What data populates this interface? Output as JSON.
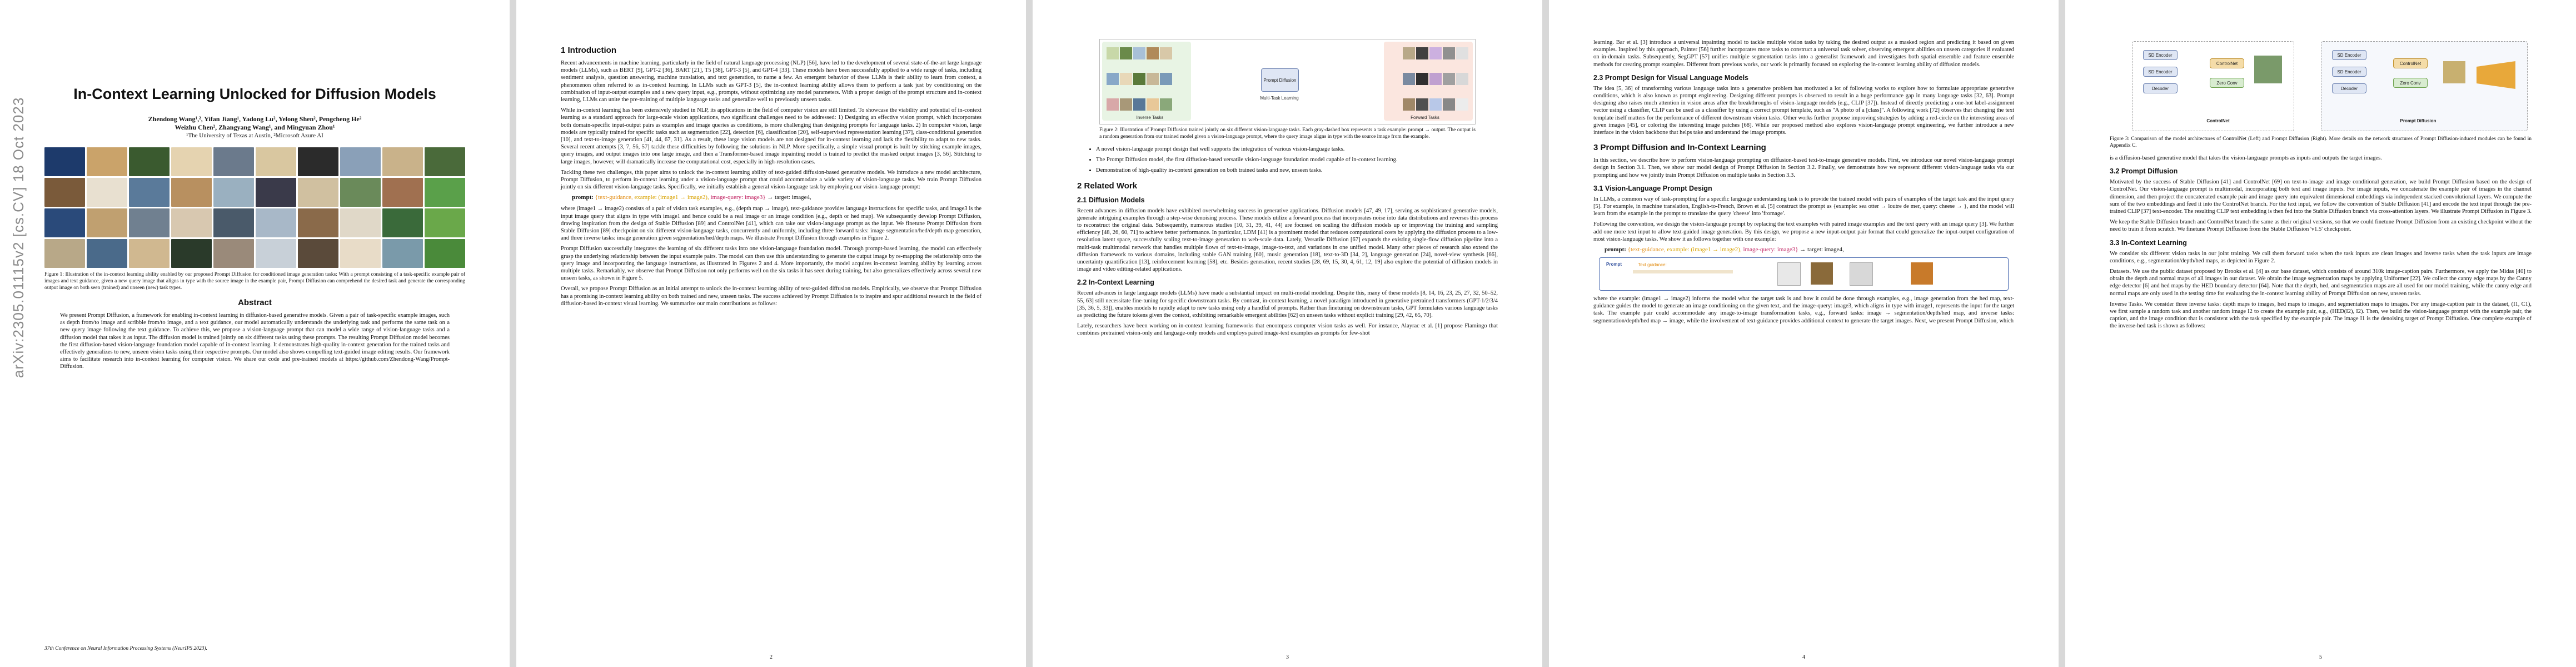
{
  "arxiv_stamp": "arXiv:2305.01115v2  [cs.CV]  18 Oct 2023",
  "page1": {
    "title": "In-Context Learning Unlocked for Diffusion Models",
    "authors_line1": "Zhendong Wang¹,², Yifan Jiang¹, Yadong Lu², Yelong Shen², Pengcheng He²",
    "authors_line2": "Weizhu Chen², Zhangyang Wang¹, and Mingyuan Zhou¹",
    "affiliations": "¹The University of Texas at Austin, ²Microsoft Azure AI",
    "figure_caption": "Figure 1: Illustration of the in-context learning ability enabled by our proposed Prompt Diffusion for conditioned image generation tasks: With a prompt consisting of a task-specific example pair of images and text guidance, given a new query image that aligns in type with the source image in the example pair, Prompt Diffusion can comprehend the desired task and generate the corresponding output image on both seen (trained) and unseen (new) task types.",
    "abstract_heading": "Abstract",
    "abstract": "We present Prompt Diffusion, a framework for enabling in-context learning in diffusion-based generative models. Given a pair of task-specific example images, such as depth from/to image and scribble from/to image, and a text guidance, our model automatically understands the underlying task and performs the same task on a new query image following the text guidance. To achieve this, we propose a vision-language prompt that can model a wide range of vision-language tasks and a diffusion model that takes it as input. The diffusion model is trained jointly on six different tasks using these prompts. The resulting Prompt Diffusion model becomes the first diffusion-based vision-language foundation model capable of in-context learning. It demonstrates high-quality in-context generation for the trained tasks and effectively generalizes to new, unseen vision tasks using their respective prompts. Our model also shows compelling text-guided image editing results. Our framework aims to facilitate research into in-context learning for computer vision. We share our code and pre-trained models at https://github.com/Zhendong-Wang/Prompt-Diffusion.",
    "footnote": "37th Conference on Neural Information Processing Systems (NeurIPS 2023).",
    "collage_colors": [
      "#1d3a6b",
      "#caa36a",
      "#3a5a2f",
      "#e5d3b0",
      "#6b7a8c",
      "#d9c7a0",
      "#2b2b2b",
      "#8aa0b8",
      "#c9b28a",
      "#4a6a3a",
      "#7a5a3a",
      "#e8e0d0",
      "#5a7a9a",
      "#b89060",
      "#9ab0c0",
      "#3a3a4a",
      "#d0c0a0",
      "#6a8a5a",
      "#a07050",
      "#5aa04a",
      "#2a4a7a",
      "#c0a070",
      "#708090",
      "#d8c8b0",
      "#4a5a6a",
      "#a8b8c8",
      "#8a6a4a",
      "#e0d8c8",
      "#3a6a3a",
      "#6aa84a",
      "#b8a888",
      "#4a6a8a",
      "#d0b890",
      "#2a3a2a",
      "#9a8a7a",
      "#c8d0d8",
      "#5a4a3a",
      "#e8dcc8",
      "#7a9aaa",
      "#4a8a3a"
    ],
    "pageno": ""
  },
  "page2": {
    "h_intro": "1   Introduction",
    "intro_p1": "Recent advancements in machine learning, particularly in the field of natural language processing (NLP) [56], have led to the development of several state-of-the-art large language models (LLMs), such as BERT [9], GPT-2 [36], BART [21], T5 [38], GPT-3 [5], and GPT-4 [33]. These models have been successfully applied to a wide range of tasks, including sentiment analysis, question answering, machine translation, and text generation, to name a few. An emergent behavior of these LLMs is their ability to learn from context, a phenomenon often referred to as in-context learning. In LLMs such as GPT-3 [5], the in-context learning ability allows them to perform a task just by conditioning on the combination of input-output examples and a new query input, e.g., prompts, without optimizing any model parameters. With a proper design of the prompt structure and in-context learning, LLMs can unite the pre-training of multiple language tasks and generalize well to previously unseen tasks.",
    "intro_p2": "While in-context learning has been extensively studied in NLP, its applications in the field of computer vision are still limited. To showcase the viability and potential of in-context learning as a standard approach for large-scale vision applications, two significant challenges need to be addressed: 1) Designing an effective vision prompt, which incorporates both domain-specific input-output pairs as examples and image queries as conditions, is more challenging than designing prompts for language tasks. 2) In computer vision, large models are typically trained for specific tasks such as segmentation [22], detection [6], classification [20], self-supervised representation learning [37], class-conditional generation [10], and text-to-image generation [41, 44, 67, 31]. As a result, these large vision models are not designed for in-context learning and lack the flexibility to adapt to new tasks. Several recent attempts [3, 7, 56, 57] tackle these difficulties by following the solutions in NLP. More specifically, a simple visual prompt is built by stitching example images, query images, and output images into one large image, and then a Transformer-based image inpainting model is trained to predict the masked output images [3, 56]. Stitching to large images, however, will dramatically increase the computational cost, especially in high-resolution cases.",
    "intro_p3": "Tackling these two challenges, this paper aims to unlock the in-context learning ability of text-guided diffusion-based generative models. We introduce a new model architecture, Prompt Diffusion, to perform in-context learning under a vision-language prompt that could accommodate a wide variety of vision-language tasks. We train Prompt Diffusion jointly on six different vision-language tasks. Specifically, we initially establish a general vision-language task by employing our vision-language prompt:",
    "prompt_label": "prompt:",
    "prompt_text_guidance": "{text-guidance,",
    "prompt_example": "example: (image1 → image2),",
    "prompt_query": "image-query: image3}",
    "prompt_arrow": "→ target: image4,",
    "intro_p4": "where (image1 → image2) consists of a pair of vision task examples, e.g., (depth map → image), text-guidance provides language instructions for specific tasks, and image3 is the input image query that aligns in type with image1 and hence could be a real image or an image condition (e.g., depth or hed map). We subsequently develop Prompt Diffusion, drawing inspiration from the design of Stable Diffusion [89] and ControlNet [41], which can take our vision-language prompt as the input. We finetune Prompt Diffusion from Stable Diffusion [89] checkpoint on six different vision-language tasks, concurrently and uniformly, including three forward tasks: image segmentation/hed/depth map generation, and three inverse tasks: image generation given segmentation/hed/depth maps. We illustrate Prompt Diffusion through examples in Figure 2.",
    "intro_p5": "Prompt Diffusion successfully integrates the learning of six different tasks into one vision-language foundation model. Through prompt-based learning, the model can effectively grasp the underlying relationship between the input example pairs. The model can then use this understanding to generate the output image by re-mapping the relationship onto the query image and incorporating the language instructions, as illustrated in Figures 2 and 4. More importantly, the model acquires in-context learning ability by learning across multiple tasks. Remarkably, we observe that Prompt Diffusion not only performs well on the six tasks it has seen during training, but also generalizes effectively across several new unseen tasks, as shown in Figure 5.",
    "intro_p6": "Overall, we propose Prompt Diffusion as an initial attempt to unlock the in-context learning ability of text-guided diffusion models. Empirically, we observe that Prompt Diffusion has a promising in-context learning ability on both trained and new, unseen tasks. The success achieved by Prompt Diffusion is to inspire and spur additional research in the field of diffusion-based in-context visual learning. We summarize our main contributions as follows:",
    "pageno": "2"
  },
  "page3": {
    "figure_caption": "Figure 2: Illustration of Prompt Diffusion trained jointly on six different vision-language tasks. Each gray-dashed box represents a task example: prompt → output. The output is a random generation from our trained model given a vision-language prompt, where the query image aligns in type with the source image from the example.",
    "fig_label_left": "Inverse Tasks",
    "fig_label_right": "Forward Tasks",
    "fig_center_box": "Prompt Diffusion",
    "fig_center_sub": "Multi-Task Learning",
    "bullet1": "A novel vision-language prompt design that well supports the integration of various vision-language tasks.",
    "bullet2": "The Prompt Diffusion model, the first diffusion-based versatile vision-language foundation model capable of in-context learning.",
    "bullet3": "Demonstration of high-quality in-context generation on both trained tasks and new, unseen tasks.",
    "h_related": "2   Related Work",
    "h_diffusion": "2.1   Diffusion Models",
    "diffusion_p": "Recent advances in diffusion models have exhibited overwhelming success in generative applications. Diffusion models [47, 49, 17], serving as sophisticated generative models, generate intriguing examples through a step-wise denoising process. These models utilize a forward process that incorporates noise into data distributions and reverses this process to reconstruct the original data. Subsequently, numerous studies [10, 31, 39, 41, 44] are focused on scaling the diffusion models up or improving the training and sampling efficiency [48, 26, 60, 71] to achieve better performance. In particular, LDM [41] is a prominent model that reduces computational costs by applying the diffusion process to a low-resolution latent space, successfully scaling text-to-image generation to web-scale data. Lately, Versatile Diffusion [67] expands the existing single-flow diffusion pipeline into a multi-task multimodal network that handles multiple flows of text-to-image, image-to-text, and variations in one unified model. Many other pieces of research also extend the diffusion framework to various domains, including stable GAN training [60], music generation [18], text-to-3D [34, 2], language generation [24], novel-view synthesis [66], uncertainty quantification [13], reinforcement learning [58], etc. Besides generation, recent studies [28, 69, 15, 30, 4, 61, 12, 19] also explore the potential of diffusion models in image and video editing-related applications.",
    "h_icl": "2.2   In-Context Learning",
    "icl_p": "Recent advances in large language models (LLMs) have made a substantial impact on multi-modal modeling. Despite this, many of these models [8, 14, 16, 23, 25, 27, 32, 50–52, 55, 63] still necessitate fine-tuning for specific downstream tasks. By contrast, in-context learning, a novel paradigm introduced in generative pretrained transformers (GPT-1/2/3/4 [35, 36, 5, 33]), enables models to rapidly adapt to new tasks using only a handful of prompts. Rather than finetuning on downstream tasks, GPT formulates various language tasks as predicting the future tokens given the context, exhibiting remarkable emergent abilities [62] on unseen tasks without explicit training [29, 42, 65, 70].",
    "icl_p2": "Lately, researchers have been working on in-context learning frameworks that encompass computer vision tasks as well. For instance, Alayrac et al. [1] propose Flamingo that combines pretrained vision-only and language-only models and employs paired image-text examples as prompts for few-shot",
    "pageno": "3"
  },
  "page4": {
    "p1": "learning. Bar et al. [3] introduce a universal inpainting model to tackle multiple vision tasks by taking the desired output as a masked region and predicting it based on given examples. Inspired by this approach, Painter [56] further incorporates more tasks to construct a universal task solver, observing emergent abilities on unseen categories if evaluated on in-domain tasks. Subsequently, SegGPT [57] unifies multiple segmentation tasks into a generalist framework and investigates both spatial ensemble and feature ensemble methods for creating prompt examples. Different from previous works, our work is primarily focused on exploring the in-context learning ability of diffusion models.",
    "h_prompt_design": "2.3   Prompt Design for Visual Language Models",
    "prompt_design_p": "The idea [5, 36] of transforming various language tasks into a generative problem has motivated a lot of following works to explore how to formulate appropriate generative conditions, which is also known as prompt engineering. Designing different prompts is observed to result in a huge performance gap in many language tasks [32, 63]. Prompt designing also raises much attention in vision areas after the breakthroughs of vision-language models (e.g., CLIP [37]). Instead of directly predicting a one-hot label-assignment vector using a classifier, CLIP can be used as a classifier by using a correct prompt template, such as \"A photo of a [class]\". A following work [72] observes that changing the text template itself matters for the performance of different downstream vision tasks. Other works further propose improving strategies by adding a red-circle on the interesting areas of given images [45], or coloring the interesting image patches [68]. While our proposed method also explores vision-language prompt engineering, we further introduce a new interface in the vision backbone that helps take and understand the image prompts.",
    "h_method": "3   Prompt Diffusion and In-Context Learning",
    "method_p": "In this section, we describe how to perform vision-language prompting on diffusion-based text-to-image generative models. First, we introduce our novel vision-language prompt design in Section 3.1. Then, we show our model design of Prompt Diffusion in Section 3.2. Finally, we demonstrate how we represent different vision-language tasks via our prompting and how we jointly train Prompt Diffusion on multiple tasks in Section 3.3.",
    "h_vl_prompt": "3.1   Vision-Language Prompt Design",
    "vl_prompt_p1": "In LLMs, a common way of task-prompting for a specific language understanding task is to provide the trained model with pairs of examples of the target task and the input query [5]. For example, in machine translation, English-to-French, Brown et al. [5] construct the prompt as {example: sea otter → loutre de mer, query: cheese → }, and the model will learn from the example in the prompt to translate the query 'cheese' into 'fromage'.",
    "vl_prompt_p2": "Following the convention, we design the vision-language prompt by replacing the text examples with paired image examples and the text query with an image query [3]. We further add one more text input to allow text-guided image generation. By this design, we propose a new input-output pair format that could generalize the input-output configuration of most vision-language tasks. We show it as follows together with one example:",
    "prompt_label": "prompt:",
    "prompt_text_guidance": "{text-guidance,",
    "prompt_example": "example: (image1 → image2),",
    "prompt_query": "image-query: image3}",
    "prompt_arrow": "→ target: image4,",
    "fig_prompt_label": "Prompt",
    "fig_text_guidance": "Text guidance:",
    "vl_prompt_p3": "where the example: (image1 → image2) informs the model what the target task is and how it could be done through examples, e.g., image generation from the hed map, text-guidance guides the model to generate an image conditioning on the given text, and the image-query: image3, which aligns in type with image1, represents the input for the target task. The example pair could accommodate any image-to-image transformation tasks, e.g., forward tasks: image → segmentation/depth/hed map, and inverse tasks: segmentation/depth/hed map → image, while the involvement of text-guidance provides additional context to generate the target images. Next, we present Prompt Diffusion, which",
    "pageno": "4"
  },
  "page5": {
    "fig_label_left": "ControlNet",
    "fig_label_right": "Prompt Diffusion",
    "fig_box_zero_conv": "Zero Conv",
    "fig_box_controlnet": "ControlNet",
    "fig_box_sd": "SD Encoder",
    "fig_box_decoder": "Decoder",
    "figure_caption": "Figure 3: Comparison of the model architectures of ControlNet (Left) and Prompt Diffusion (Right). More details on the network structures of Prompt Diffusion-induced modules can be found in Appendix C.",
    "p1": "is a diffusion-based generative model that takes the vision-language prompts as inputs and outputs the target images.",
    "h_pd": "3.2   Prompt Diffusion",
    "pd_p1": "Motivated by the success of Stable Diffusion [41] and ControlNet [69] on text-to-image and image conditional generation, we build Prompt Diffusion based on the design of ControlNet. Our vision-language prompt is multimodal, incorporating both text and image inputs. For image inputs, we concatenate the example pair of images in the channel dimension, and then project the concatenated example pair and image query into equivalent dimensional embeddings via independent stacked convolutional layers. We compute the sum of the two embeddings and feed it into the ControlNet branch. For the text input, we follow the convention of Stable Diffusion [41] and encode the text input through the pre-trained CLIP [37] text-encoder. The resulting CLIP text embedding is then fed into the Stable Diffusion branch via cross-attention layers. We illustrate Prompt Diffusion in Figure 3.",
    "pd_p2": "We keep the Stable Diffusion branch and ControlNet branch the same as their original versions, so that we could finetune Prompt Diffusion from an existing checkpoint without the need to train it from scratch. We finetune Prompt Diffusion from the Stable Diffusion 'v1.5' checkpoint.",
    "h_icl": "3.3   In-Context Learning",
    "icl_p1": "We consider six different vision tasks in our joint training. We call them forward tasks when the task inputs are clean images and inverse tasks when the task inputs are image conditions, e.g., segmentation/depth/hed maps, as depicted in Figure 2.",
    "icl_p2": "Datasets.  We use the public dataset proposed by Brooks et al. [4] as our base dataset, which consists of around 310k image-caption pairs. Furthermore, we apply the Midas [40] to obtain the depth and normal maps of all images in our dataset. We obtain the image segmentation maps by applying Uniformer [22]. We collect the canny edge maps by the Canny edge detector [6] and hed maps by the HED boundary detector [64]. Note that the depth, hed, and segmentation maps are all used for our model training, while the canny edge and normal maps are only used in the testing time for evaluating the in-context learning ability of Prompt Diffusion on new, unseen tasks.",
    "icl_p3": "Inverse Tasks.  We consider three inverse tasks: depth maps to images, hed maps to images, and segmentation maps to images. For any image-caption pair in the dataset, (I1, C1), we first sample a random task and another random image I2 to create the example pair, e.g., (HED(I2), I2). Then, we build the vision-language prompt with the example pair, the caption, and the image condition that is consistent with the task specified by the example pair. The image I1 is the denoising target of Prompt Diffusion. One complete example of the inverse-hed task is shown as follows:",
    "pageno": "5"
  }
}
